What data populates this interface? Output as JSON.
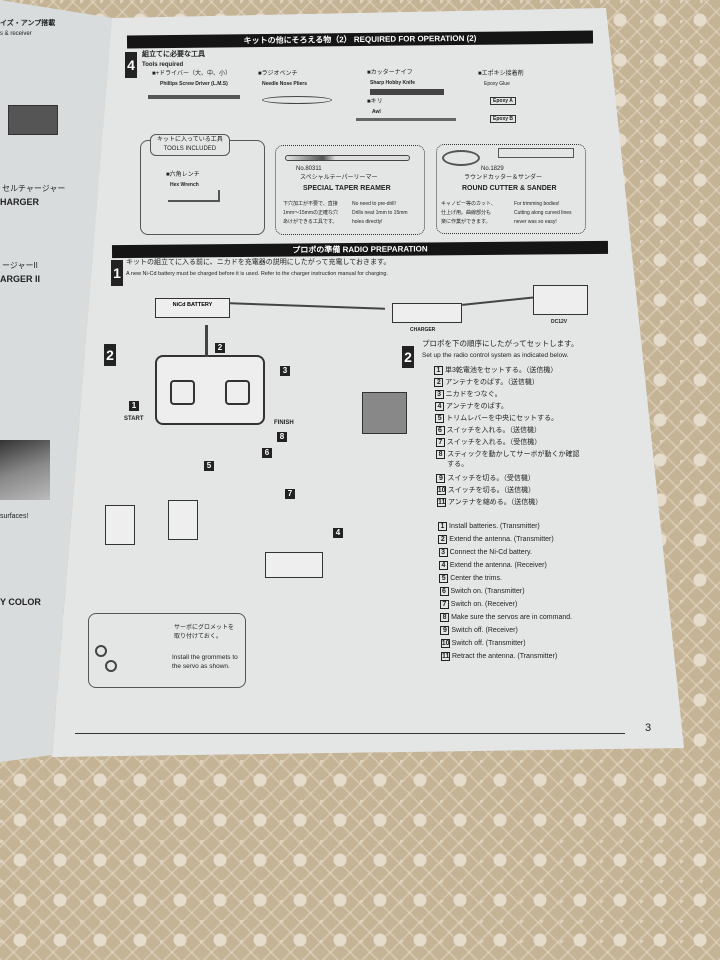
{
  "left_page": {
    "lines": [
      "イズ・アンプ搭載",
      "s & receiver",
      "セルチャージャー",
      "HARGER",
      "ージャーII",
      "ARGER II",
      "surfaces!",
      "Y COLOR"
    ]
  },
  "section_required": {
    "title": "キットの他にそろえる物（2） REQUIRED FOR OPERATION (2)",
    "step": "4",
    "heading_jp": "組立てに必要な工具",
    "heading_en": "Tools required",
    "tools": [
      {
        "jp": "■+ドライバー（大、中、小）",
        "en": "Phillips Screw Driver (L.M.S)"
      },
      {
        "jp": "■ラジオペンチ",
        "en": "Needle Nose Pliers"
      },
      {
        "jp": "■カッターナイフ",
        "en": "Sharp Hobby Knife"
      },
      {
        "jp": "■キリ",
        "en": "Awl"
      },
      {
        "jp": "■エポキシ接着剤",
        "en": "Epoxy Glue"
      }
    ],
    "epoxy_labels": [
      "Epoxy A",
      "Epoxy B"
    ],
    "included": {
      "title_jp": "キットに入っている工具",
      "title_en": "TOOLS INCLUDED",
      "item_jp": "■六角レンチ",
      "item_en": "Hex Wrench"
    },
    "reamer": {
      "no": "No.80311",
      "jp": "スペシャルテーパーリーマー",
      "en": "SPECIAL TAPER REAMER",
      "desc_jp": [
        "下穴加工が不要で、直接",
        "1mm〜15mmの正確な穴",
        "あけができる工具です。"
      ],
      "desc_en": [
        "No need to pre-drill!",
        "Drills neat 1mm to 15mm",
        "holes directly!"
      ]
    },
    "cutter": {
      "no": "No.1829",
      "jp": "ラウンドカッター＆サンダー",
      "en": "ROUND CUTTER & SANDER",
      "desc_jp": [
        "キャノピー等のカット、",
        "仕上げ用。曲線部分も",
        "楽に作業ができます。"
      ],
      "desc_en": [
        "For trimming bodies!",
        "Cutting along curved lines",
        "never was so easy!"
      ]
    }
  },
  "section_radio": {
    "title": "プロポの準備 RADIO PREPARATION",
    "step1": {
      "num": "1",
      "jp": "キットの組立てに入る前に、ニカドを充電器の説明にしたがって充電しておきます。",
      "en": "A new Ni-Cd battery must be charged before it is used. Refer to the charger instruction manual for charging.",
      "battery": "NiCd BATTERY",
      "charger": "CHARGER",
      "dc": "DC12V"
    },
    "step2": {
      "num": "2",
      "jp": "プロポを下の順序にしたがってセットします。",
      "en": "Set up the radio control system as indicated below.",
      "start": "START",
      "finish": "FINISH",
      "steps_jp": [
        "単3乾電池をセットする。（送信機）",
        "アンテナをのばす。（送信機）",
        "ニカドをつなぐ。",
        "アンテナをのばす。",
        "トリムレバーを中央にセットする。",
        "スイッチを入れる。（送信機）",
        "スイッチを入れる。（受信機）",
        "スティックを動かしてサーボが動くか確認する。",
        "スイッチを切る。（受信機）",
        "スイッチを切る。（送信機）",
        "アンテナを縮める。（送信機）"
      ],
      "steps_en": [
        "Install batteries. (Transmitter)",
        "Extend the antenna. (Transmitter)",
        "Connect the Ni-Cd battery.",
        "Extend the antenna. (Receiver)",
        "Center the trims.",
        "Switch on.  (Transmitter)",
        "Switch on.  (Receiver)",
        "Make sure the servos are in command.",
        "Switch off.  (Receiver)",
        "Switch off.  (Transmitter)",
        "Retract the antenna. (Transmitter)"
      ],
      "grommet_jp": "サーボにグロメットを取り付けておく。",
      "grommet_en": "Install the grommets to the servo as shown."
    }
  },
  "page_number": "3"
}
